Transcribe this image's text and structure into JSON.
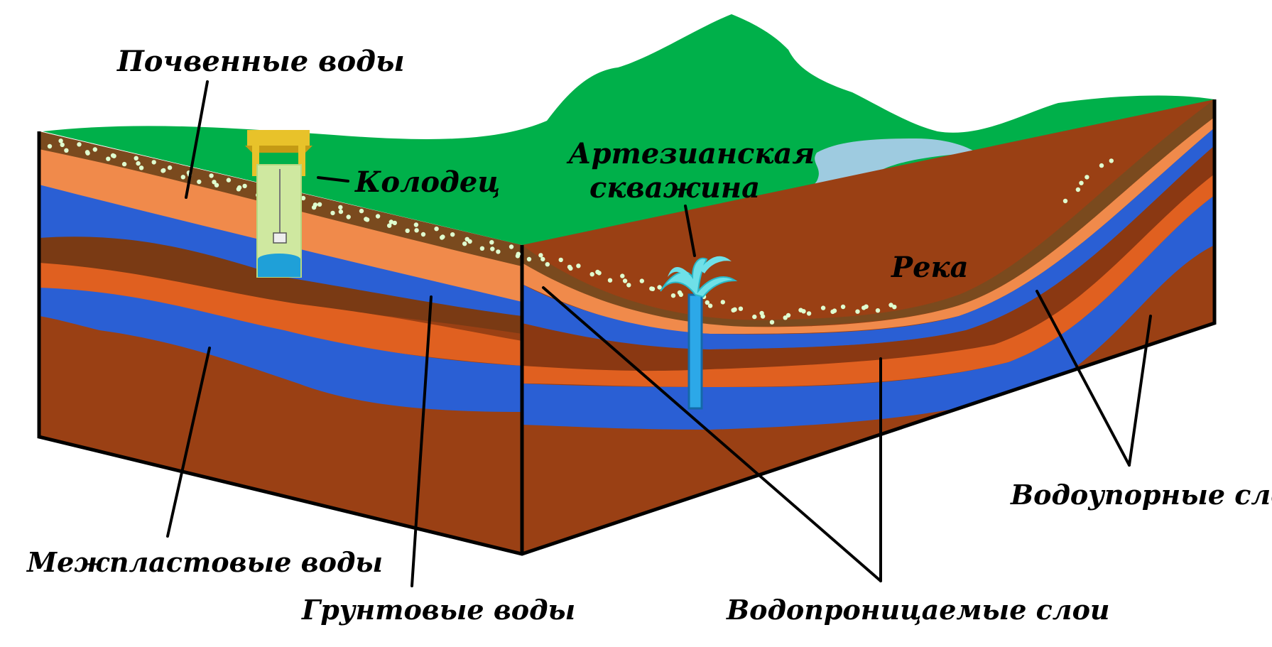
{
  "labels": {
    "soil_water": "Почвенные воды",
    "well": "Колодец",
    "artesian_line1": "Артезианская",
    "artesian_line2": "скважина",
    "river": "Река",
    "impermeable": "Водоупорные слои",
    "interstratal": "Межпластовые воды",
    "ground_water": "Грунтовые воды",
    "permeable": "Водопроницаемые слои"
  },
  "colors": {
    "grass": "#00b04a",
    "topsoil": "#7a4a1e",
    "orange_light": "#f08a4b",
    "orange_dark": "#e06020",
    "brown": "#9a4014",
    "brown_dark": "#8a3812",
    "water_blue": "#2a5fd4",
    "river_light": "#9ecbe0",
    "well_green": "#cfe8a0",
    "well_roof": "#e8c22a",
    "fountain": "#6fe0e8"
  }
}
